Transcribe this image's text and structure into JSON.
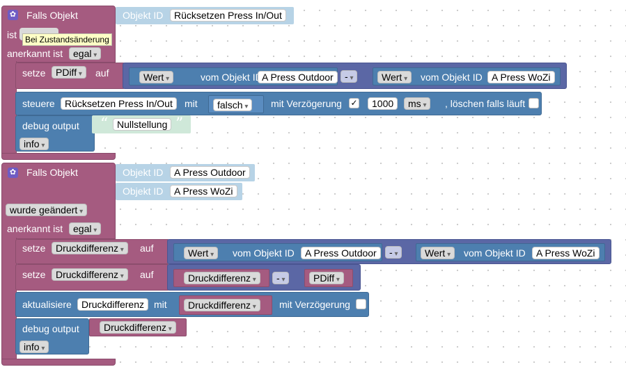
{
  "block1": {
    "falls_objekt": "Falls Objekt",
    "objekt_id_label": "Objekt ID",
    "objekt_id_value": "Rücksetzen Press In/Out",
    "ist_label": "ist",
    "tooltip": "Bei Zustandsänderung",
    "anerkannt_label": "anerkannt ist",
    "anerkannt_value": "egal",
    "setze": {
      "label": "setze",
      "var": "PDiff",
      "auf": "auf",
      "left_wert": "Wert",
      "vom_objekt_id": "vom Objekt ID",
      "left_obj": "A Press Outdoor",
      "op": "-",
      "right_wert": "Wert",
      "right_obj": "A Press WoZi"
    },
    "steuere": {
      "label": "steuere",
      "obj": "Rücksetzen Press In/Out",
      "mit": "mit",
      "value": "falsch",
      "mit_verzoegerung": "mit Verzögerung",
      "checked": "✓",
      "delay": "1000",
      "unit": "ms",
      "loeschen": ", löschen falls läuft"
    },
    "debug": {
      "label": "debug output",
      "text": "Nullstellung",
      "level": "info"
    }
  },
  "block2": {
    "falls_objekt": "Falls Objekt",
    "objekt_id_label": "Objekt ID",
    "objekt_id_1": "A Press Outdoor",
    "objekt_id_2": "A Press WoZi",
    "trigger": "wurde geändert",
    "anerkannt_label": "anerkannt ist",
    "anerkannt_value": "egal",
    "setze1": {
      "label": "setze",
      "var": "Druckdifferenz",
      "auf": "auf",
      "left_wert": "Wert",
      "vom_objekt_id": "vom Objekt ID",
      "left_obj": "A Press Outdoor",
      "op": "-",
      "right_wert": "Wert",
      "right_obj": "A Press WoZi"
    },
    "setze2": {
      "label": "setze",
      "var": "Druckdifferenz",
      "auf": "auf",
      "left": "Druckdifferenz",
      "op": "-",
      "right": "PDiff"
    },
    "aktualisiere": {
      "label": "aktualisiere",
      "obj": "Druckdifferenz",
      "mit": "mit",
      "value": "Druckdifferenz",
      "mit_verzoegerung": "mit Verzögerung"
    },
    "debug": {
      "label": "debug output",
      "value": "Druckdifferenz",
      "level": "info"
    }
  },
  "colors": {
    "event": "#a55b80",
    "control": "#4d7faf",
    "logic": "#5b67a5",
    "id_block": "#b7d3e6",
    "text_block": "#cfe8d9"
  }
}
